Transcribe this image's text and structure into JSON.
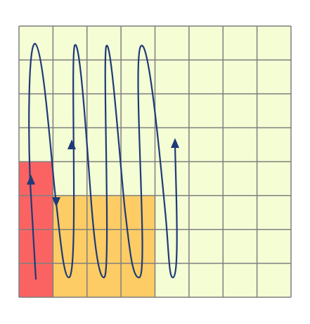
{
  "grid": {
    "rows": 8,
    "cols": 8,
    "background_color": "#f4fdd4",
    "line_color": "#7f7f7f"
  },
  "regions": [
    {
      "name": "red-region",
      "color": "#fb6363",
      "col_start": 0,
      "col_end": 1,
      "row_start": 4,
      "row_end": 8
    },
    {
      "name": "orange-region",
      "color": "#fecc64",
      "col_start": 1,
      "col_end": 4,
      "row_start": 5,
      "row_end": 8
    }
  ],
  "path": {
    "color": "#1e3a78",
    "description_icon": "serpentine-arrow-path"
  },
  "arrowheads": [
    {
      "name": "up-arrowhead-1",
      "direction": "up"
    },
    {
      "name": "down-arrowhead",
      "direction": "down"
    },
    {
      "name": "up-arrowhead-2",
      "direction": "up"
    },
    {
      "name": "up-arrowhead-3",
      "direction": "up"
    }
  ]
}
